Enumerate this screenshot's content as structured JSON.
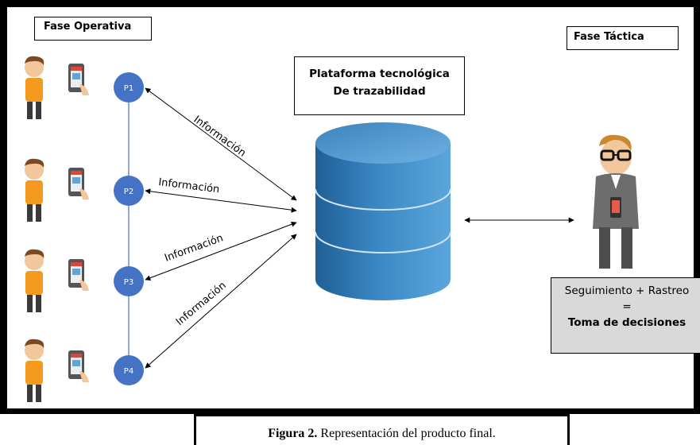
{
  "labels": {
    "fase_operativa": "Fase Operativa",
    "fase_tactica": "Fase Táctica",
    "plataforma_line1": "Plataforma tecnológica",
    "plataforma_line2": "De trazabilidad"
  },
  "nodes": [
    "P1",
    "P2",
    "P3",
    "P4"
  ],
  "edge_label": "Información",
  "decision": {
    "line1": "Seguimiento + Rastreo",
    "line2": "=",
    "line3": "Toma de decisiones"
  },
  "caption": {
    "bold": "Figura 2.",
    "text": " Representación del producto final."
  },
  "colors": {
    "node": "#4472c4",
    "database": "#2e75b6",
    "frame": "#000000",
    "decision_bg": "#d9d9d9"
  }
}
